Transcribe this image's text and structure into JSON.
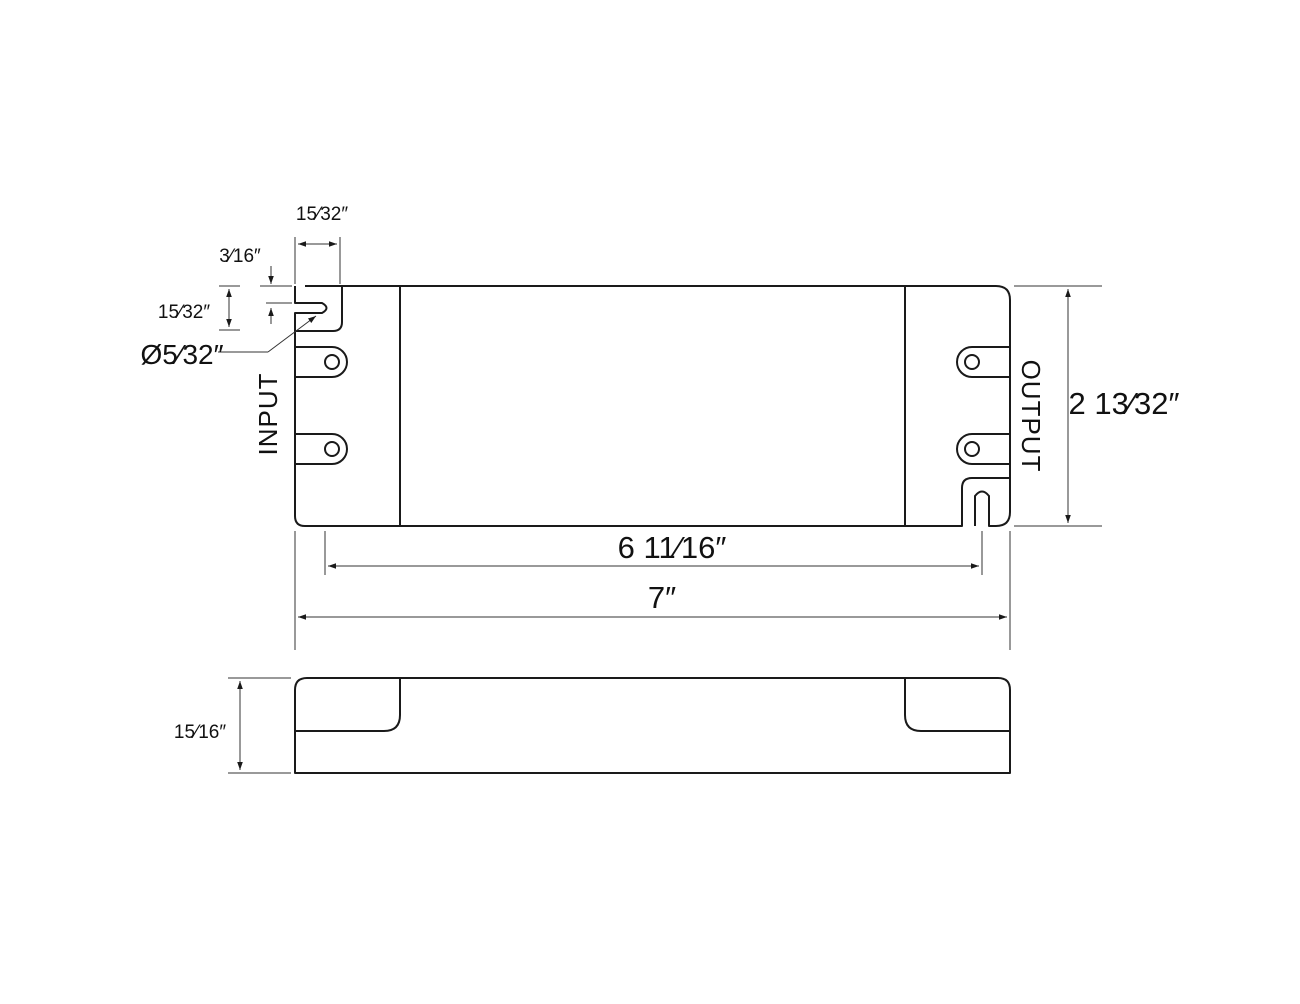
{
  "labels": {
    "input": "INPUT",
    "output": "OUTPUT"
  },
  "dimensions": {
    "tab_width": "15⁄32″",
    "slot_offset": "3⁄16″",
    "slot_height": "15⁄32″",
    "hole_diameter": "Ø5⁄32″",
    "height": "2 13⁄32″",
    "mounting_length": "6 11⁄16″",
    "overall_length": "7″",
    "thickness": "15⁄16″"
  },
  "colors": {
    "line": "#1a1a1a",
    "background": "#ffffff"
  }
}
